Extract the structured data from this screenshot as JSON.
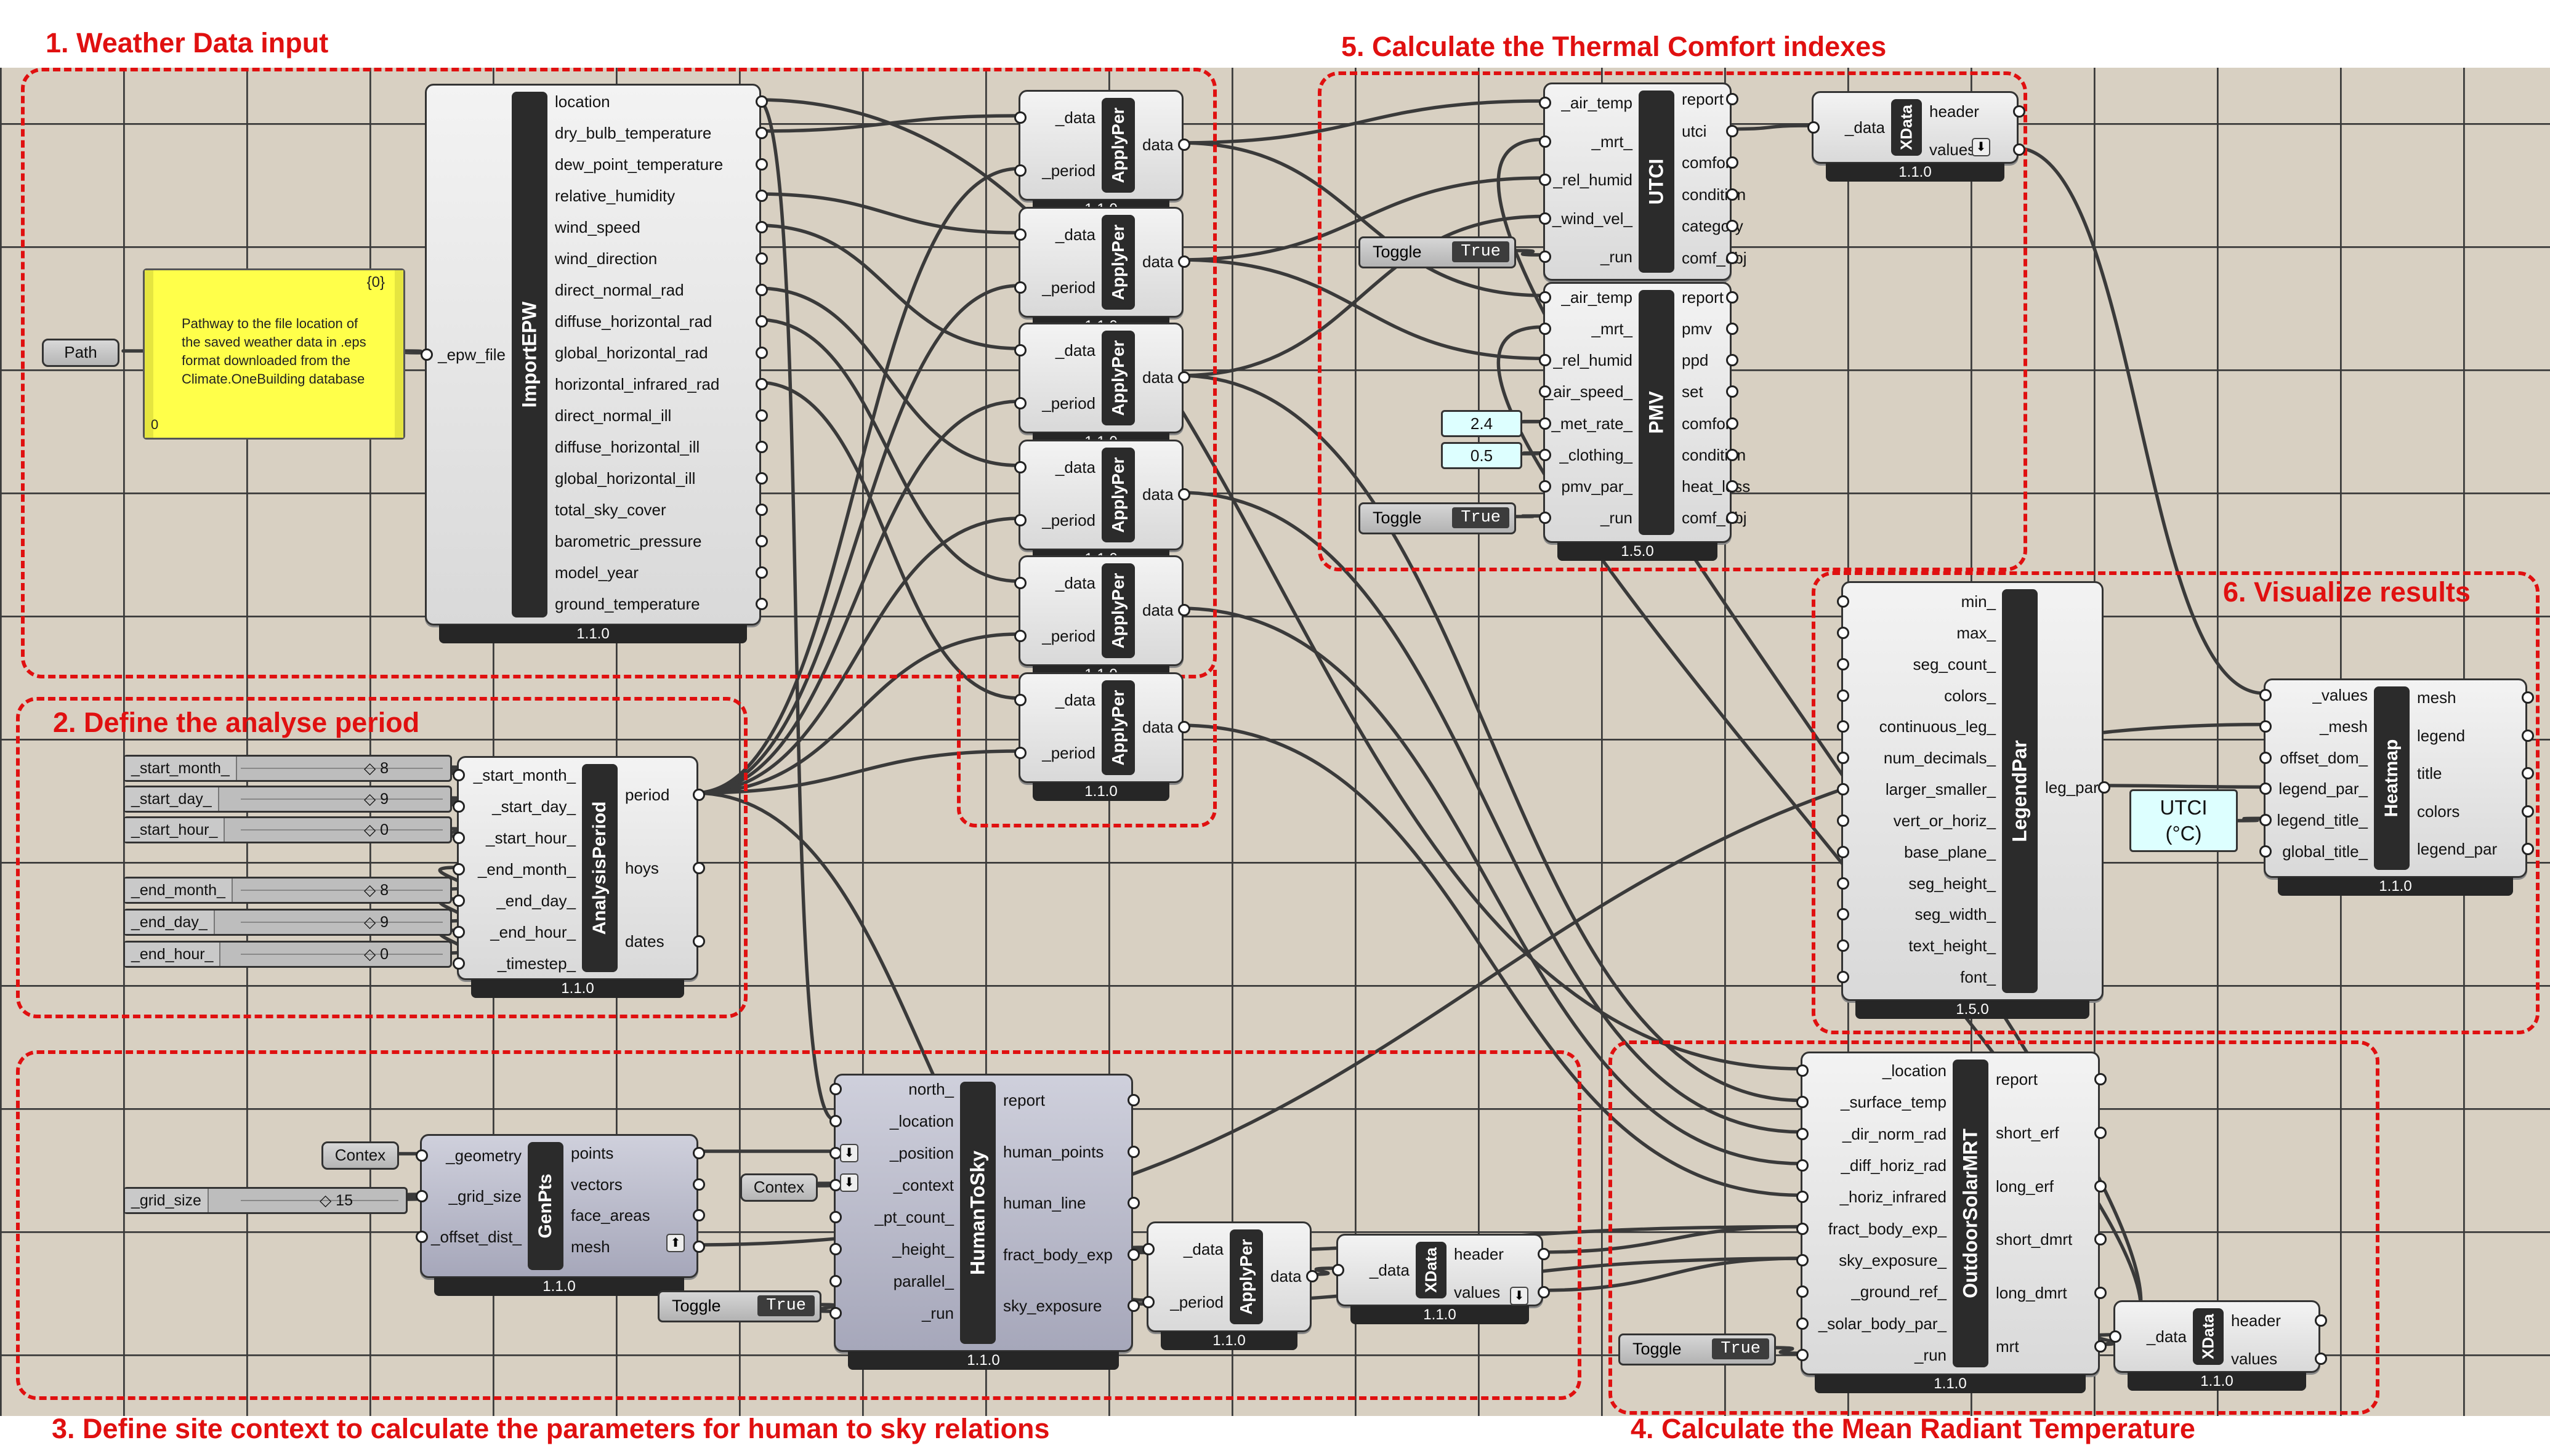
{
  "groups": {
    "g1": "1. Weather Data input",
    "g2": "2. Define the analyse period",
    "g3": "3. Define site context to calculate the parameters for human to sky relations",
    "g4": "4. Calculate the Mean Radiant Temperature",
    "g5": "5. Calculate the Thermal Comfort indexes",
    "g6": "6. Visualize results"
  },
  "path_param": "Path",
  "note": {
    "index": "{0}",
    "text": "Pathway to the file location of the saved weather data in .eps format downloaded from the Climate.OneBuilding database",
    "zero": "0"
  },
  "import_epw": {
    "name": "ImportEPW",
    "version": "1.1.0",
    "inputs": [
      "_epw_file"
    ],
    "outputs": [
      "location",
      "dry_bulb_temperature",
      "dew_point_temperature",
      "relative_humidity",
      "wind_speed",
      "wind_direction",
      "direct_normal_rad",
      "diffuse_horizontal_rad",
      "global_horizontal_rad",
      "horizontal_infrared_rad",
      "direct_normal_ill",
      "diffuse_horizontal_ill",
      "global_horizontal_ill",
      "total_sky_cover",
      "barometric_pressure",
      "model_year",
      "ground_temperature"
    ]
  },
  "apply_per": {
    "name": "ApplyPer",
    "version": "1.1.0",
    "inputs": [
      "_data",
      "_period"
    ],
    "outputs": [
      "data"
    ]
  },
  "sliders": [
    {
      "label": "_start_month_",
      "value": "8"
    },
    {
      "label": "_start_day_",
      "value": "9"
    },
    {
      "label": "_start_hour_",
      "value": "0"
    },
    {
      "label": "_end_month_",
      "value": "8"
    },
    {
      "label": "_end_day_",
      "value": "9"
    },
    {
      "label": "_end_hour_",
      "value": "0"
    },
    {
      "label": "_grid_size",
      "value": "15"
    }
  ],
  "analysis_period": {
    "name": "AnalysisPeriod",
    "version": "1.1.0",
    "inputs": [
      "_start_month_",
      "_start_day_",
      "_start_hour_",
      "_end_month_",
      "_end_day_",
      "_end_hour_",
      "_timestep_"
    ],
    "outputs": [
      "period",
      "hoys",
      "dates"
    ]
  },
  "utci": {
    "name": "UTCI",
    "inputs": [
      "_air_temp",
      "_mrt_",
      "_rel_humid",
      "_wind_vel_",
      "_run"
    ],
    "outputs": [
      "report",
      "utci",
      "comfort",
      "condition",
      "category",
      "comf_obj"
    ]
  },
  "pmv": {
    "name": "PMV",
    "version": "1.5.0",
    "inputs": [
      "_air_temp",
      "_mrt_",
      "_rel_humid",
      "_air_speed_",
      "_met_rate_",
      "_clothing_",
      "pmv_par_",
      "_run"
    ],
    "outputs": [
      "report",
      "pmv",
      "ppd",
      "set",
      "comfort",
      "condition",
      "heat_loss",
      "comf_obj"
    ]
  },
  "toggle": {
    "label": "Toggle",
    "value": "True"
  },
  "panels": {
    "met_rate": "2.4",
    "clothing": "0.5",
    "legend_title_line1": "UTCI",
    "legend_title_line2": "(°C)"
  },
  "xdata": {
    "name": "XData",
    "version": "1.1.0",
    "inputs": [
      "_data"
    ],
    "outputs": [
      "header",
      "values"
    ]
  },
  "legend_par": {
    "name": "LegendPar",
    "version": "1.5.0",
    "inputs": [
      "min_",
      "max_",
      "seg_count_",
      "colors_",
      "continuous_leg_",
      "num_decimals_",
      "larger_smaller_",
      "vert_or_horiz_",
      "base_plane_",
      "seg_height_",
      "seg_width_",
      "text_height_",
      "font_"
    ],
    "outputs": [
      "leg_par"
    ]
  },
  "heatmap": {
    "name": "Heatmap",
    "version": "1.1.0",
    "inputs": [
      "_values",
      "_mesh",
      "offset_dom_",
      "legend_par_",
      "legend_title_",
      "global_title_"
    ],
    "outputs": [
      "mesh",
      "legend",
      "title",
      "colors",
      "legend_par"
    ]
  },
  "context_param": "Contex",
  "gen_pts": {
    "name": "GenPts",
    "version": "1.1.0",
    "inputs": [
      "_geometry",
      "_grid_size",
      "_offset_dist_"
    ],
    "outputs": [
      "points",
      "vectors",
      "face_areas",
      "mesh"
    ]
  },
  "human_to_sky": {
    "name": "HumanToSky",
    "version": "1.1.0",
    "inputs": [
      "north_",
      "_location",
      "_position",
      "_context",
      "_pt_count_",
      "_height_",
      "parallel_",
      "_run"
    ],
    "outputs": [
      "report",
      "human_points",
      "human_line",
      "fract_body_exp",
      "sky_exposure"
    ]
  },
  "outdoor_solar_mrt": {
    "name": "OutdoorSolarMRT",
    "version": "1.1.0",
    "inputs": [
      "_location",
      "_surface_temp",
      "_dir_norm_rad",
      "_diff_horiz_rad",
      "_horiz_infrared",
      "fract_body_exp_",
      "sky_exposure_",
      "_ground_ref_",
      "_solar_body_par_",
      "_run"
    ],
    "outputs": [
      "report",
      "short_erf",
      "long_erf",
      "short_dmrt",
      "long_dmrt",
      "mrt"
    ]
  }
}
